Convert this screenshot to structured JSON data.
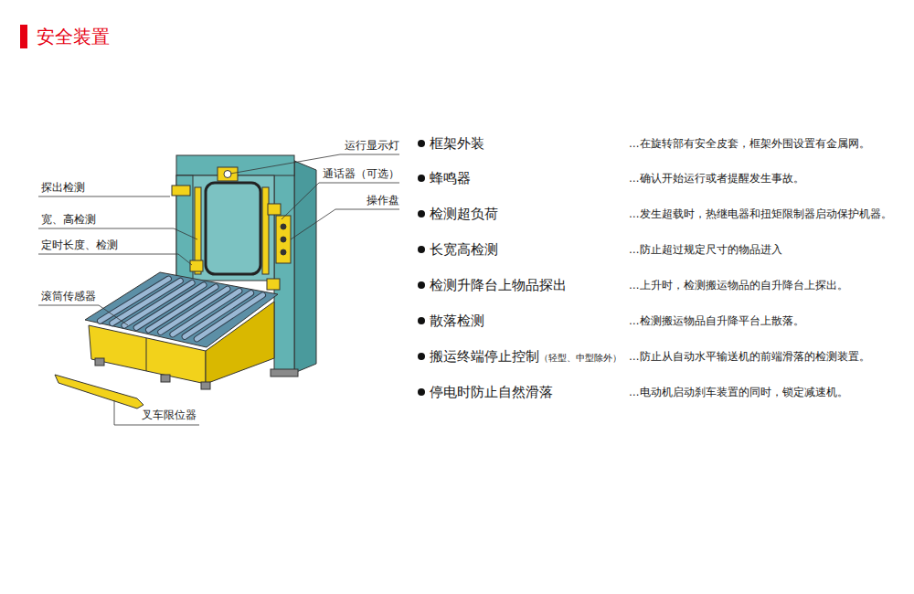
{
  "diagram": {
    "title": "安全装置",
    "labels": [
      "运行显示灯",
      "通话器（可选）",
      "操作盘",
      "探出检测",
      "宽、高检测",
      "定时长度、检测",
      "滚筒传感器",
      "叉车限位器",
      "框架外装",
      "…在旋转部有安全皮套，框架外围设置有金属网。",
      "蜂鸣器",
      "…确认开始运行或者提醒发生事故。",
      "检测超负荷",
      "…发生超载时，热继电器和扭矩限制器启动保护机器。",
      "长宽高检测",
      "…防止超过规定尺寸的物品进入",
      "检测升降台上物品探出",
      "…上升时，检测搬运物品的自升降台上探出。",
      "散落检测",
      "…检测搬运物品自升降平台上散落。",
      "搬运终端停止控制",
      "（轻型、中型除外）",
      "…防止从自动水平输送机的前端滑落的检测装置。",
      "停电时防止自然滑落",
      "…电动机启动刹车装置的同时，锁定减速机。"
    ]
  }
}
